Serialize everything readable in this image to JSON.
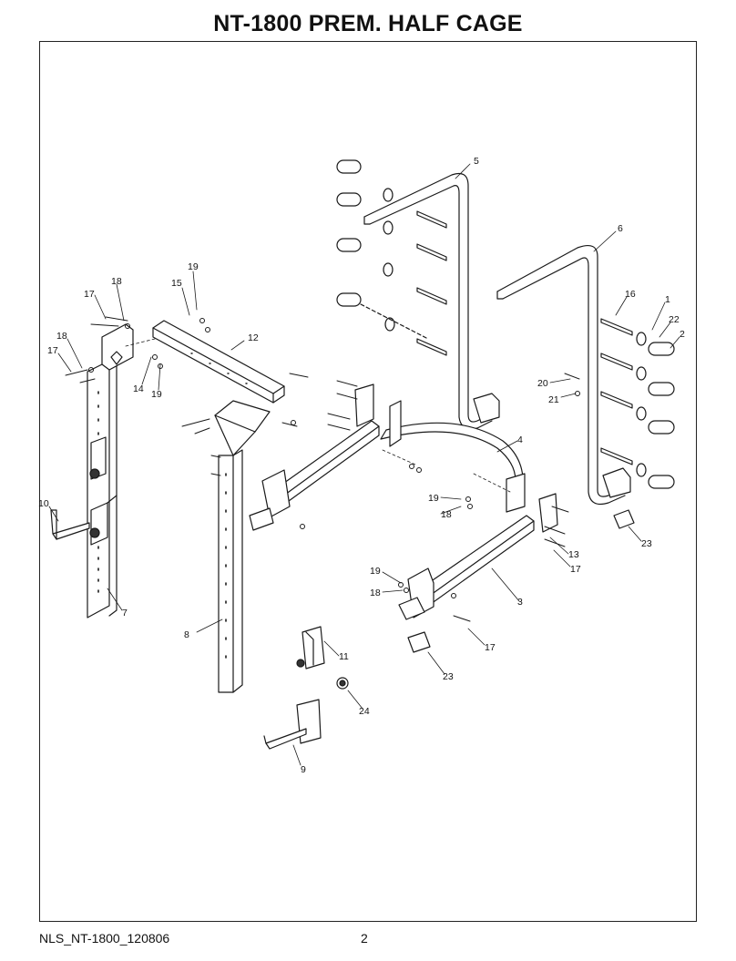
{
  "document": {
    "title": "NT-1800 PREM. HALF CAGE",
    "footer_code": "NLS_NT-1800_120806",
    "page_number": "2"
  },
  "callouts": {
    "c1": "1",
    "c2": "2",
    "c3": "3",
    "c4": "4",
    "c5": "5",
    "c6": "6",
    "c7": "7",
    "c8": "8",
    "c9": "9",
    "c10": "10",
    "c11": "11",
    "c12": "12",
    "c13": "13",
    "c14": "14",
    "c15": "15",
    "c16": "16",
    "c17a": "17",
    "c17b": "17",
    "c17c": "17",
    "c17d": "17",
    "c18a": "18",
    "c18b": "18",
    "c18c": "18",
    "c18d": "18",
    "c19a": "19",
    "c19b": "19",
    "c19c": "19",
    "c19d": "19",
    "c20": "20",
    "c21": "21",
    "c22": "22",
    "c23a": "23",
    "c23b": "23",
    "c24": "24"
  }
}
